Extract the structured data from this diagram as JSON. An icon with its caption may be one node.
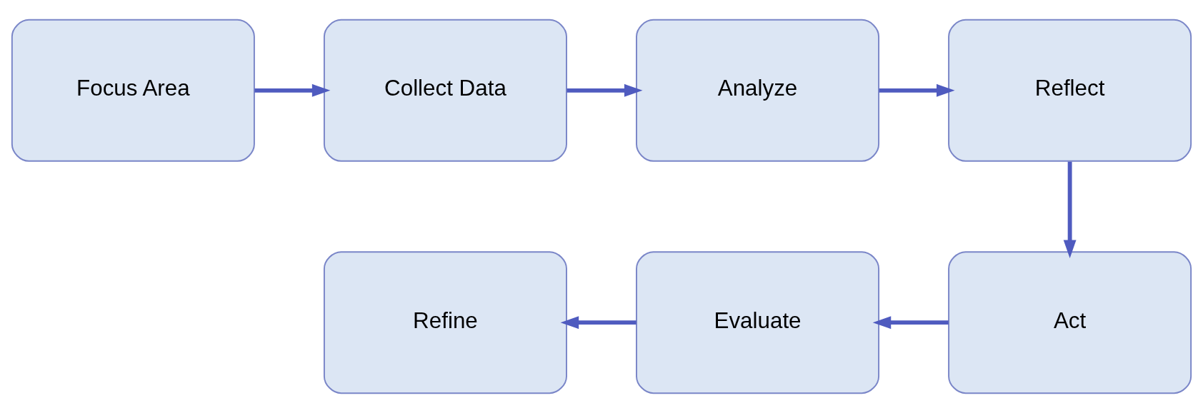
{
  "diagram": {
    "nodes": [
      {
        "text": [
          "Focus Area"
        ]
      },
      {
        "text": [
          "Collect Data"
        ]
      },
      {
        "text": [
          "Analyze"
        ]
      },
      {
        "text": [
          "Reflect"
        ]
      },
      {
        "text": [
          "Act"
        ]
      },
      {
        "text": [
          "Evaluate"
        ]
      },
      {
        "text": [
          "Refine"
        ]
      }
    ],
    "edges": [
      {
        "from": 0,
        "to": 1,
        "arrow": "to"
      },
      {
        "from": 1,
        "to": 2,
        "arrow": "to"
      },
      {
        "from": 2,
        "to": 3,
        "arrow": "to"
      },
      {
        "from": 3,
        "to": 4,
        "arrow": "to"
      },
      {
        "from": 4,
        "to": 5,
        "arrow": "to"
      },
      {
        "from": 5,
        "to": 6,
        "arrow": "to"
      }
    ]
  }
}
